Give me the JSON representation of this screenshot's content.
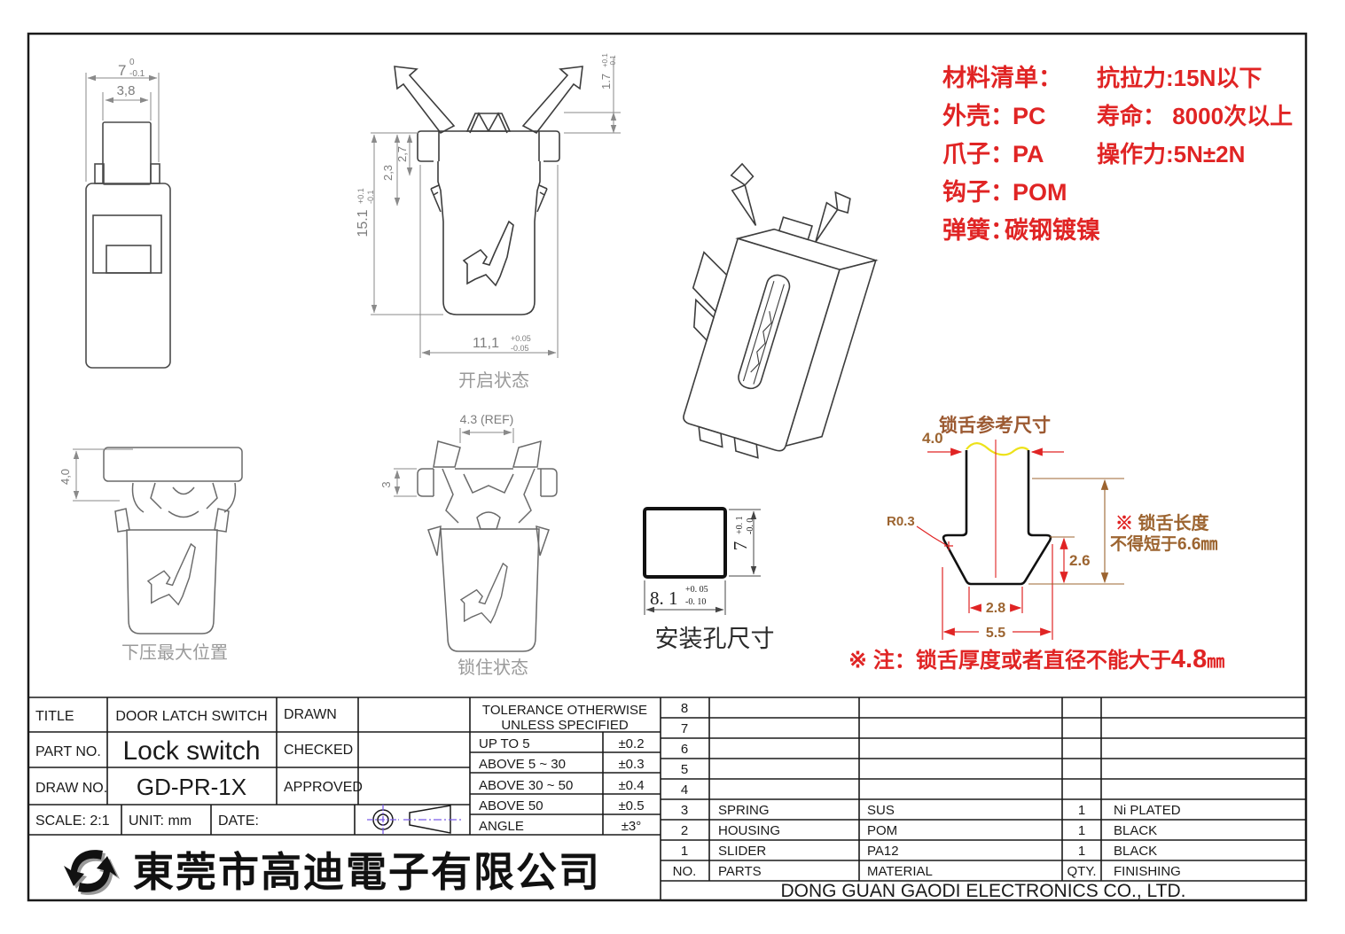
{
  "colors": {
    "red": "#e02424",
    "brown": "#9c6430",
    "yellow": "#ede21a",
    "purple": "#7b5ce6",
    "line_dark": "#1a1a1a",
    "line_gray": "#8a8a8a"
  },
  "material_list": {
    "title": "材料清单：",
    "items": [
      {
        "label": "外壳：",
        "value": "PC"
      },
      {
        "label": "爪子：",
        "value": "PA"
      },
      {
        "label": "钩子：",
        "value": "POM"
      },
      {
        "label": "弹簧：",
        "value": "碳钢镀镍"
      }
    ],
    "specs": [
      "抗拉力:15N以下",
      "寿命： 8000次以上",
      "操作力:5N±2N"
    ]
  },
  "views": {
    "front": {
      "dim_w": "7",
      "dim_w_up": "0",
      "dim_w_dn": "-0.1",
      "dim_btn": "3,8"
    },
    "open": {
      "label": "开启状态",
      "dim_h": "15.1",
      "dim_h_up": "+0.1",
      "dim_h_dn": "-0.1",
      "dim_a": "2,3",
      "dim_b": "2,7",
      "dim_tip": "1.7",
      "dim_tip_up": "+0.1",
      "dim_tip_dn": "-0.1",
      "dim_w": "11,1",
      "dim_w_up": "+0.05",
      "dim_w_dn": "-0.05"
    },
    "press": {
      "label": "下压最大位置",
      "dim": "4,0"
    },
    "locked": {
      "label": "锁住状态",
      "dim_ref": "4.3 (REF)",
      "dim_h": "3"
    },
    "hole": {
      "label": "安装孔尺寸",
      "dim_w": "8. 1",
      "dim_w_up": "+0. 05",
      "dim_w_dn": "-0. 10",
      "dim_h": "7",
      "dim_h_up": "+0. 1",
      "dim_h_dn": "-0. 0"
    },
    "tongue": {
      "title": "锁舌参考尺寸",
      "dim_top": "4.0",
      "dim_r": "R0.3",
      "dim_side": "2.6",
      "dim_neck": "2.8",
      "dim_base": "5.5",
      "note_mark": "※",
      "note1": " 锁舌长度",
      "note2": "不得短于6.6㎜"
    }
  },
  "notes": {
    "bottom_mark": "※ ",
    "bottom_text": "注：锁舌厚度或者直径不能大于",
    "bottom_value": "4.8",
    "bottom_unit": "㎜"
  },
  "titleblock": {
    "title_label": "TITLE",
    "title_value": "DOOR LATCH SWITCH",
    "drawn_label": "DRAWN",
    "part_label": "PART NO.",
    "part_value": "Lock switch",
    "checked_label": "CHECKED",
    "draw_label": "DRAW NO.",
    "draw_value": "GD-PR-1X",
    "approved_label": "APPROVED",
    "scale_label": "SCALE: 2:1",
    "unit_label": "UNIT: mm",
    "date_label": "DATE:"
  },
  "tolerance": {
    "line1": "TOLERANCE OTHERWISE",
    "line2": "UNLESS SPECIFIED",
    "rows": [
      {
        "range": "UP TO 5",
        "tol": "±0.2"
      },
      {
        "range": "ABOVE 5 ~ 30",
        "tol": "±0.3"
      },
      {
        "range": "ABOVE 30 ~ 50",
        "tol": "±0.4"
      },
      {
        "range": "ABOVE 50",
        "tol": "±0.5"
      },
      {
        "range": "ANGLE",
        "tol": "±3°"
      }
    ]
  },
  "parts_table": {
    "headers": {
      "no": "NO.",
      "parts": "PARTS",
      "material": "MATERIAL",
      "qty": "QTY.",
      "finishing": "FINISHING"
    },
    "rows": [
      {
        "no": "8"
      },
      {
        "no": "7"
      },
      {
        "no": "6"
      },
      {
        "no": "5"
      },
      {
        "no": "4"
      },
      {
        "no": "3",
        "parts": "SPRING",
        "material": "SUS",
        "qty": "1",
        "finishing": "Ni  PLATED"
      },
      {
        "no": "2",
        "parts": "HOUSING",
        "material": "POM",
        "qty": "1",
        "finishing": "BLACK"
      },
      {
        "no": "1",
        "parts": "SLIDER",
        "material": "PA12",
        "qty": "1",
        "finishing": "BLACK"
      }
    ]
  },
  "company": {
    "cn": "東莞市高迪電子有限公司",
    "en": "DONG GUAN GAODI ELECTRONICS CO., LTD."
  }
}
